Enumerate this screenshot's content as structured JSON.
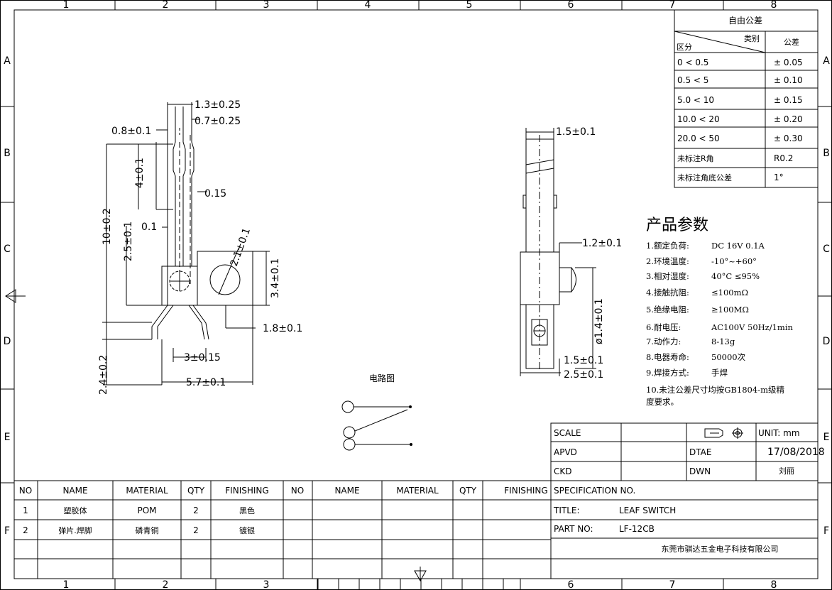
{
  "frame": {
    "columns": [
      "1",
      "2",
      "3",
      "4",
      "5",
      "6",
      "7",
      "8"
    ],
    "rows": [
      "A",
      "B",
      "C",
      "D",
      "E",
      "F"
    ]
  },
  "tolerance_table": {
    "title": "自由公差",
    "header_category": "类别",
    "header_division": "区分",
    "header_tolerance": "公差",
    "rows": [
      {
        "range": "0    < 0.5",
        "tol": "± 0.05"
      },
      {
        "range": "0.5    < 5",
        "tol": "± 0.10"
      },
      {
        "range": "5.0    < 10",
        "tol": "± 0.15"
      },
      {
        "range": "10.0   < 20",
        "tol": "± 0.20"
      },
      {
        "range": "20.0   < 50",
        "tol": "± 0.30"
      },
      {
        "range": "未标注R角",
        "tol": "R0.2"
      },
      {
        "range": "未标注角底公差",
        "tol": "1°"
      }
    ]
  },
  "params": {
    "title": "产品参数",
    "items": [
      {
        "label": "1.额定负荷:",
        "value": "DC 16V 0.1A"
      },
      {
        "label": "2.环境温度:",
        "value": "-10°~+60°"
      },
      {
        "label": "3.相对湿度:",
        "value": "40°C  ≤95%"
      },
      {
        "label": "4.接触抗阻:",
        "value": "≤100mΩ"
      },
      {
        "label": "5.绝缘电阻:",
        "value": "≥100MΩ"
      },
      {
        "label": "6.耐电压:",
        "value": "AC100V 50Hz/1min"
      },
      {
        "label": "7.动作力:",
        "value": "8-13g"
      },
      {
        "label": "8.电器寿命:",
        "value": "50000次"
      },
      {
        "label": "9.焊接方式:",
        "value": "手焊"
      }
    ],
    "note_line1": "10.未注公差尺寸均按GB1804-m级精",
    "note_line2": "度要求。"
  },
  "dimensions": {
    "d1": "1.3±0.25",
    "d2": "0.7±0.25",
    "d3": "0.8±0.1",
    "d4": "4±0.1",
    "d5": "0.15",
    "d6": "10±0.2",
    "d7": "2.5±0.1",
    "d8": "0.1",
    "d9": "2.1±0.1",
    "d10": "3.4±0.1",
    "d11": "1.8±0.1",
    "d12": "3±0.15",
    "d13": "5.7±0.1",
    "d14": "2.4±0.2",
    "s1": "1.5±0.1",
    "s2": "1.2±0.1",
    "s3": "ø1.4±0.1",
    "s4": "1.5±0.1",
    "s5": "2.5±0.1"
  },
  "circuit_label": "电路图",
  "title_block": {
    "scale_label": "SCALE",
    "unit_label": "UNIT: mm",
    "apvd_label": "APVD",
    "date_label": "DTAE",
    "date_value": "17/08/2018",
    "ckd_label": "CKD",
    "dwn_label": "DWN",
    "dwn_value": "刘丽",
    "spec_label": "SPECIFICATION NO.",
    "title_label": "TITLE:",
    "title_value": "LEAF SWITCH",
    "part_label": "PART NO:",
    "part_value": "LF-12CB",
    "company": "东莞市骐达五金电子科技有限公司"
  },
  "bom": {
    "headers": [
      "NO",
      "NAME",
      "MATERIAL",
      "QTY",
      "FINISHING",
      "NO",
      "NAME",
      "MATERIAL",
      "QTY",
      "FINISHING"
    ],
    "rows": [
      {
        "no": "1",
        "name": "塑胶体",
        "material": "POM",
        "qty": "2",
        "finishing": "黑色"
      },
      {
        "no": "2",
        "name": "弹片.焊脚",
        "material": "磷青铜",
        "qty": "2",
        "finishing": "镀银"
      }
    ]
  }
}
